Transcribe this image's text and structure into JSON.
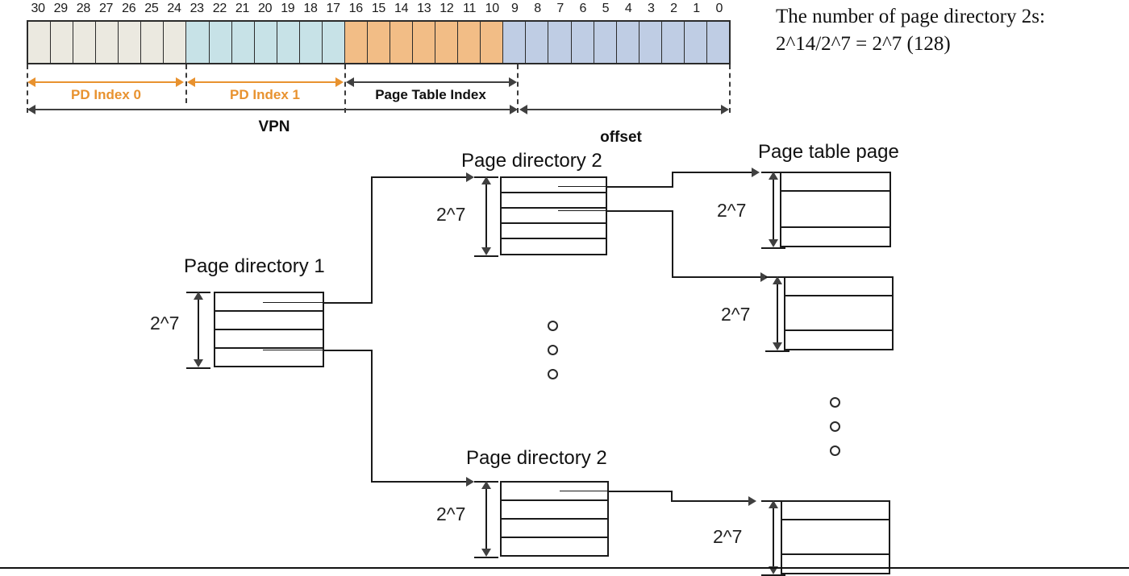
{
  "bitfield": {
    "bits": [
      "30",
      "29",
      "28",
      "27",
      "26",
      "25",
      "24",
      "23",
      "22",
      "21",
      "20",
      "19",
      "18",
      "17",
      "16",
      "15",
      "14",
      "13",
      "12",
      "11",
      "10",
      "9",
      "8",
      "7",
      "6",
      "5",
      "4",
      "3",
      "2",
      "1",
      "0"
    ],
    "segments": [
      {
        "name": "pd-index-0",
        "color": "#ebe9e0",
        "bits": 7
      },
      {
        "name": "pd-index-1",
        "color": "#c7e2e7",
        "bits": 7
      },
      {
        "name": "page-table-index",
        "color": "#f2bd86",
        "bits": 7
      },
      {
        "name": "offset",
        "color": "#bfcde4",
        "bits": 10
      }
    ],
    "labels": {
      "pd_index_0": "PD Index 0",
      "pd_index_1": "PD Index 1",
      "page_table_index": "Page Table Index",
      "vpn": "VPN",
      "offset": "offset"
    },
    "colors": {
      "orange": "#e8922f",
      "black": "#101010"
    }
  },
  "note": {
    "line1": "The number of page directory 2s:",
    "line2": "2^14/2^7 = 2^7 (128)"
  },
  "diagram": {
    "page_directory_1": {
      "title": "Page directory 1",
      "dim": "2^7",
      "rows": 4
    },
    "page_directory_2_top": {
      "title": "Page directory 2",
      "dim": "2^7",
      "rows": 5
    },
    "page_directory_2_bottom": {
      "title": "Page directory 2",
      "dim": "2^7",
      "rows": 4
    },
    "page_table_page_top": {
      "title": "Page table page",
      "dim": "2^7",
      "rows": 3
    },
    "page_table_page_mid": {
      "title": "",
      "dim": "2^7",
      "rows": 3
    },
    "page_table_page_bottom": {
      "title": "",
      "dim": "2^7",
      "rows": 3
    }
  }
}
